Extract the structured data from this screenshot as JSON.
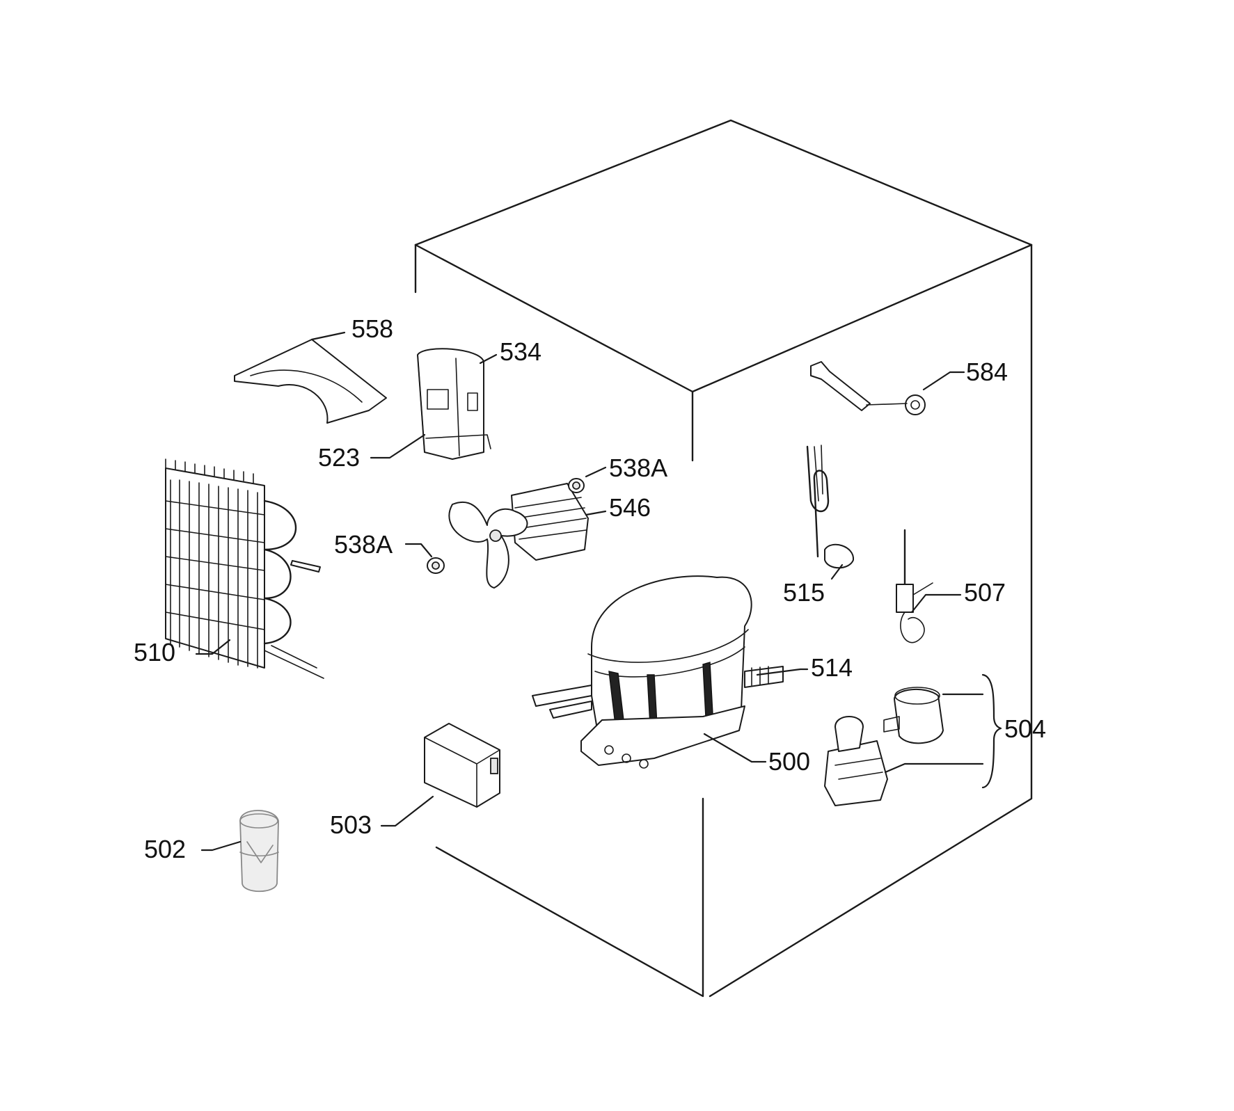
{
  "callouts": {
    "p558": "558",
    "p534": "534",
    "p523": "523",
    "p584": "584",
    "p538a_top": "538A",
    "p546": "546",
    "p538a_left": "538A",
    "p515": "515",
    "p507": "507",
    "p510": "510",
    "p514": "514",
    "p504": "504",
    "p500": "500",
    "p503": "503",
    "p502": "502"
  }
}
